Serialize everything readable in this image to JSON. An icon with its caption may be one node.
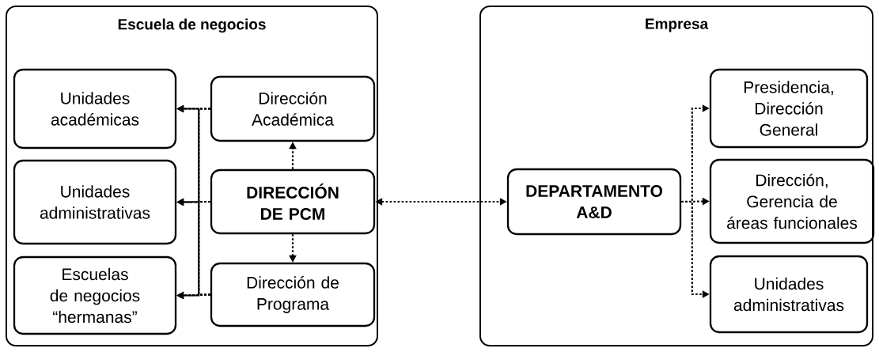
{
  "diagram": {
    "nodes": [
      {
        "text": [
          "Escuela de negocios"
        ]
      },
      {
        "text": [
          "Unidades académicas"
        ],
        "in": 0
      },
      {
        "text": [
          "Dirección Académica"
        ],
        "in": 0
      },
      {
        "text": [
          "Unidades administrativas"
        ],
        "in": 0
      },
      {
        "text": [
          "DIRECCIÓN DE PCM"
        ],
        "in": 0
      },
      {
        "text": [
          "Escuelas de negocios “hermanas”"
        ],
        "in": 0
      },
      {
        "text": [
          "Dirección de Programa"
        ],
        "in": 0
      },
      {
        "text": [
          "Empresa"
        ]
      },
      {
        "text": [
          "DEPARTAMENTO A&D"
        ],
        "in": 7
      },
      {
        "text": [
          "Presidencia, Dirección General"
        ],
        "in": 7
      },
      {
        "text": [
          "Dirección, Gerencia de áreas funcionales"
        ],
        "in": 7
      },
      {
        "text": [
          "Unidades administrativas"
        ],
        "in": 7
      }
    ],
    "edges": [
      {
        "from": 4,
        "to": 2,
        "arrow": "to",
        "style": "dashed"
      },
      {
        "from": 4,
        "to": 6,
        "arrow": "to",
        "style": "dashed"
      },
      {
        "from": 2,
        "to": 1,
        "arrow": "to",
        "style": "dashed"
      },
      {
        "from": 2,
        "to": 3,
        "arrow": "to",
        "style": "dashed"
      },
      {
        "from": 2,
        "to": 5,
        "arrow": "to",
        "style": "dashed"
      },
      {
        "from": 4,
        "to": 1,
        "arrow": "to",
        "style": "dashed"
      },
      {
        "from": 4,
        "to": 3,
        "arrow": "to",
        "style": "dashed"
      },
      {
        "from": 4,
        "to": 5,
        "arrow": "to",
        "style": "dashed"
      },
      {
        "from": 6,
        "to": 1,
        "arrow": "to",
        "style": "dashed"
      },
      {
        "from": 6,
        "to": 3,
        "arrow": "to",
        "style": "dashed"
      },
      {
        "from": 6,
        "to": 5,
        "arrow": "to",
        "style": "dashed"
      },
      {
        "from": 4,
        "to": 8,
        "arrow": "both",
        "style": "dashed"
      },
      {
        "from": 8,
        "to": 9,
        "arrow": "to",
        "style": "dashed"
      },
      {
        "from": 8,
        "to": 10,
        "arrow": "to",
        "style": "dashed"
      },
      {
        "from": 8,
        "to": 11,
        "arrow": "to",
        "style": "dashed"
      }
    ]
  }
}
